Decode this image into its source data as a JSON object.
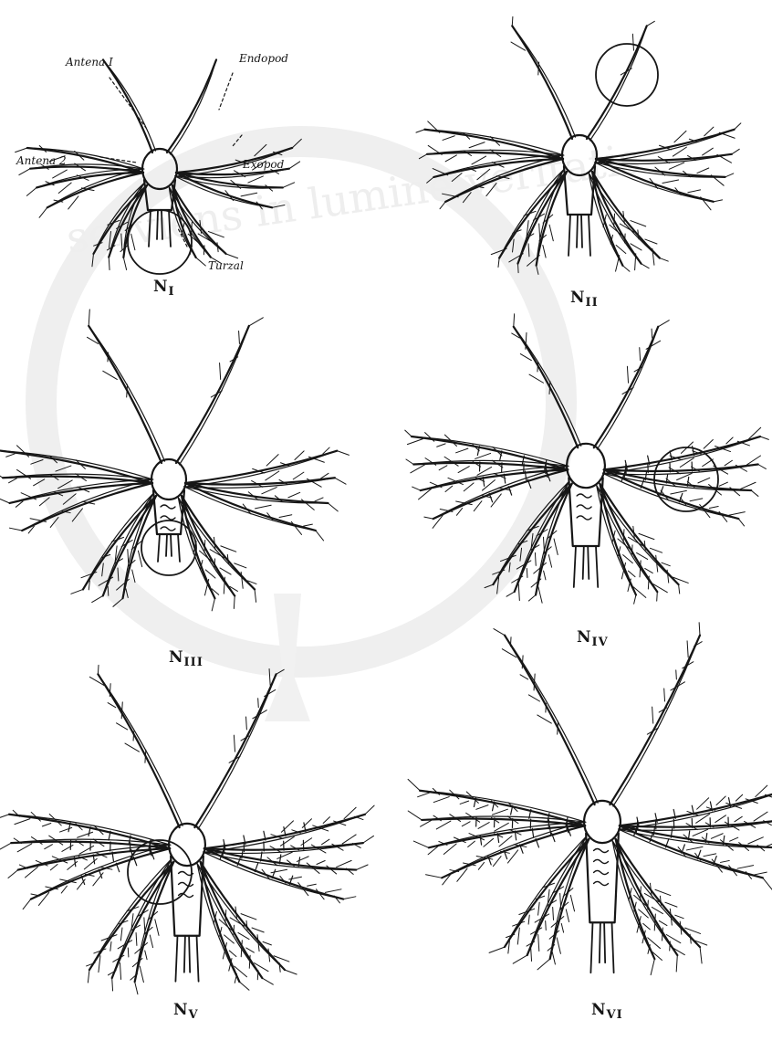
{
  "watermark": {
    "text": "serviens in lumine veritatis"
  },
  "parts": {
    "antenna1": "Antena I",
    "antenna2": "Antena 2",
    "endopod": "Endopod",
    "exopod": "Exopod",
    "furcal": "Turzal"
  },
  "stages": [
    {
      "letter": "N",
      "numeral": "I"
    },
    {
      "letter": "N",
      "numeral": "II"
    },
    {
      "letter": "N",
      "numeral": "III"
    },
    {
      "letter": "N",
      "numeral": "IV"
    },
    {
      "letter": "N",
      "numeral": "V"
    },
    {
      "letter": "N",
      "numeral": "VI"
    }
  ]
}
